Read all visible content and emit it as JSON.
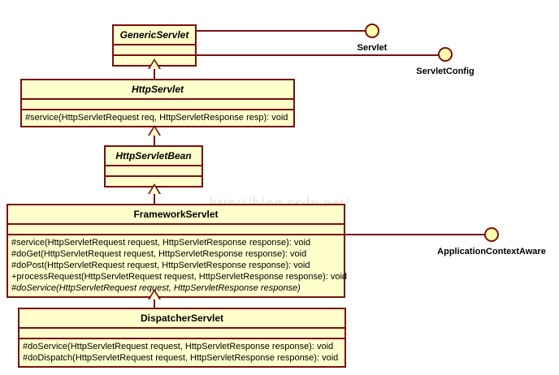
{
  "diagram": {
    "type": "uml-class-diagram",
    "watermark": "http://blog.csdn.net/",
    "colors": {
      "box_fill": "#FFFFCC",
      "box_border": "#7A0F10",
      "line": "#7A0F10",
      "interface_fill": "#FFFFAA",
      "background": "#FFFFFF",
      "text": "#000000",
      "watermark_text": "#E8E2CF"
    }
  },
  "classes": {
    "generic_servlet": {
      "name": "GenericServlet",
      "abstract": true,
      "attributes": [],
      "operations": []
    },
    "http_servlet": {
      "name": "HttpServlet",
      "abstract": true,
      "attributes": [],
      "operations": [
        "#service(HttpServletRequest req, HttpServletResponse resp): void"
      ]
    },
    "http_servlet_bean": {
      "name": "HttpServletBean",
      "abstract": true,
      "attributes": [],
      "operations": []
    },
    "framework_servlet": {
      "name": "FrameworkServlet",
      "abstract": false,
      "attributes": [],
      "operations": [
        {
          "text": "#service(HttpServletRequest request, HttpServletResponse response): void",
          "abstract": false
        },
        {
          "text": "#doGet(HttpServletRequest request, HttpServletResponse response): void",
          "abstract": false
        },
        {
          "text": "#doPost(HttpServletRequest request, HttpServletResponse response): void",
          "abstract": false
        },
        {
          "text": "+processRequest(HttpServletRequest request, HttpServletResponse response): void",
          "abstract": false
        },
        {
          "text": "#doService(HttpServletRequest request, HttpServletResponse response)",
          "abstract": true
        }
      ]
    },
    "dispatcher_servlet": {
      "name": "DispatcherServlet",
      "abstract": false,
      "attributes": [],
      "operations": [
        "#doService(HttpServletRequest request, HttpServletResponse response): void",
        "#doDispatch(HttpServletRequest request, HttpServletResponse response): void"
      ]
    }
  },
  "interfaces": {
    "servlet": {
      "name": "Servlet",
      "provider": "GenericServlet"
    },
    "servlet_config": {
      "name": "ServletConfig",
      "provider": "GenericServlet"
    },
    "application_context_aware": {
      "name": "ApplicationContextAware",
      "provider": "FrameworkServlet"
    }
  },
  "relationships": [
    {
      "kind": "generalization",
      "from": "HttpServlet",
      "to": "GenericServlet"
    },
    {
      "kind": "generalization",
      "from": "HttpServletBean",
      "to": "HttpServlet"
    },
    {
      "kind": "generalization",
      "from": "FrameworkServlet",
      "to": "HttpServletBean"
    },
    {
      "kind": "generalization",
      "from": "DispatcherServlet",
      "to": "FrameworkServlet"
    },
    {
      "kind": "realization",
      "from": "GenericServlet",
      "to": "Servlet"
    },
    {
      "kind": "realization",
      "from": "GenericServlet",
      "to": "ServletConfig"
    },
    {
      "kind": "realization",
      "from": "FrameworkServlet",
      "to": "ApplicationContextAware"
    }
  ]
}
